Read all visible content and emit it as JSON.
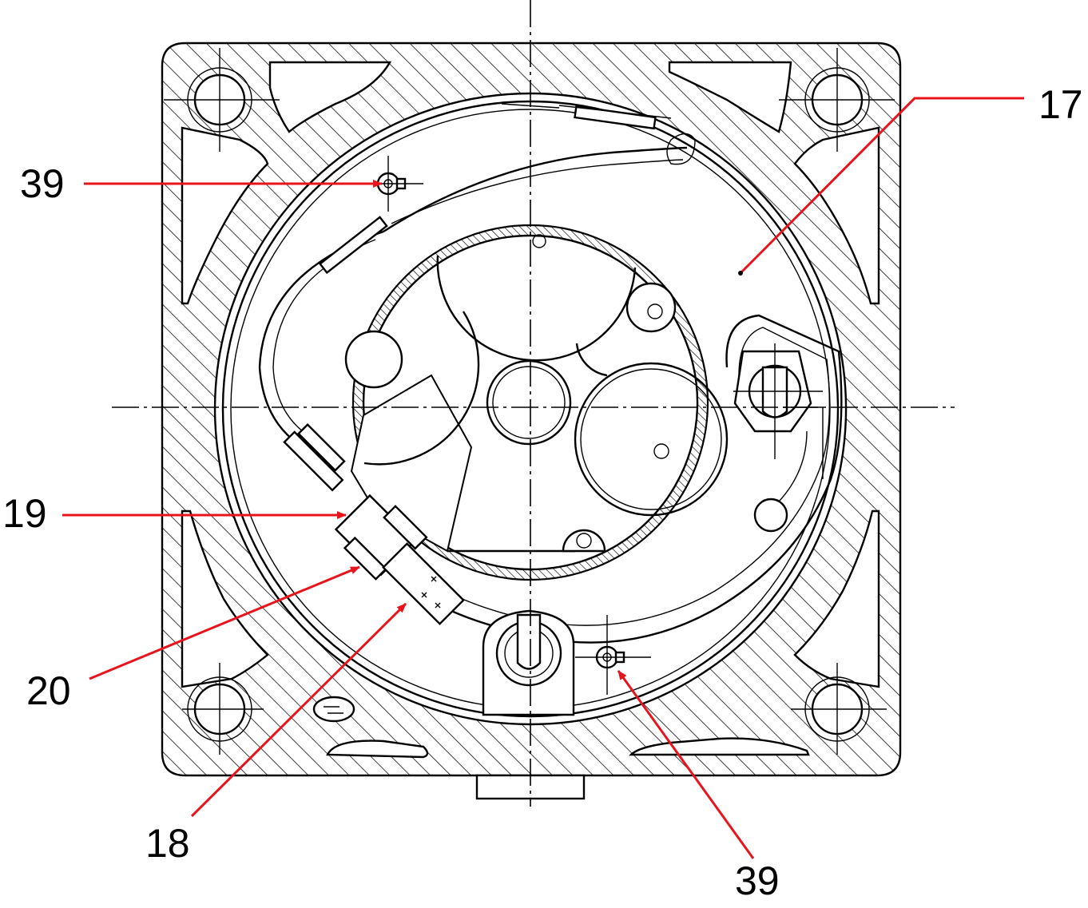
{
  "labels": {
    "l17": "17",
    "l39a": "39",
    "l39b": "39",
    "l19": "19",
    "l20": "20",
    "l18": "18"
  },
  "colors": {
    "leader": "#e8141c",
    "ink": "#000000",
    "background": "#ffffff"
  }
}
